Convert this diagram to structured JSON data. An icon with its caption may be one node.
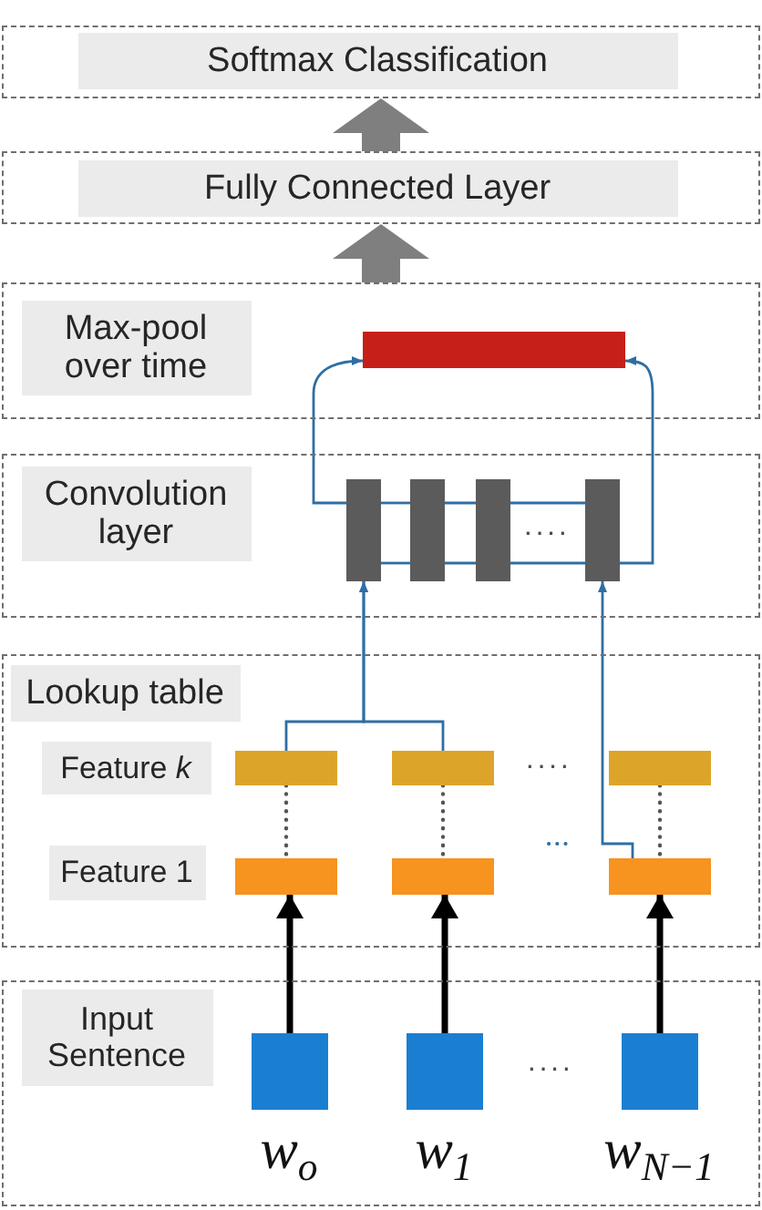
{
  "diagram": {
    "nodes": [
      {
        "text": [],
        "shape": "box"
      },
      {
        "text": [
          "Softmax Classification"
        ],
        "in": 0
      },
      {
        "text": [],
        "shape": "box"
      },
      {
        "text": [
          "Fully Connected Layer"
        ],
        "in": 2
      },
      {
        "text": [],
        "shape": "box"
      },
      {
        "text": [
          "Max-pool over time"
        ],
        "in": 4
      },
      {
        "text": [],
        "shape": "bar",
        "in": 4
      },
      {
        "text": [],
        "shape": "box"
      },
      {
        "text": [
          "Convolution layer"
        ],
        "in": 7
      },
      {
        "text": [],
        "shape": "bar",
        "in": 7
      },
      {
        "text": [],
        "shape": "bar",
        "in": 7
      },
      {
        "text": [],
        "shape": "bar",
        "in": 7
      },
      {
        "text": [],
        "shape": "bar",
        "in": 7
      },
      {
        "text": [],
        "shape": "box"
      },
      {
        "text": [
          "Lookup table"
        ],
        "in": 13
      },
      {
        "text": [
          "Feature *k*"
        ],
        "in": 13
      },
      {
        "text": [],
        "shape": "bar",
        "in": 13
      },
      {
        "text": [],
        "shape": "bar",
        "in": 13
      },
      {
        "text": [],
        "shape": "bar",
        "in": 13
      },
      {
        "text": [
          "Feature 1"
        ],
        "in": 13
      },
      {
        "text": [],
        "shape": "bar",
        "in": 13
      },
      {
        "text": [],
        "shape": "bar",
        "in": 13
      },
      {
        "text": [],
        "shape": "bar",
        "in": 13
      },
      {
        "text": [],
        "shape": "box"
      },
      {
        "text": [
          "Input Sentence"
        ],
        "in": 23
      },
      {
        "text": [],
        "shape": "box",
        "in": 23,
        "beside": [
          "w$_{o}$"
        ]
      },
      {
        "text": [],
        "shape": "box",
        "in": 23,
        "beside": [
          "w$_{1}$"
        ]
      },
      {
        "text": [],
        "shape": "box",
        "in": 23,
        "beside": [
          "w$_{N−1}$"
        ]
      }
    ],
    "edges": [
      {
        "from": 2,
        "to": 0,
        "arrow": "to",
        "style": "thick",
        "color": "#7f7f7f"
      },
      {
        "from": 4,
        "to": 2,
        "arrow": "to",
        "style": "thick",
        "color": "#7f7f7f"
      },
      {
        "from": 9,
        "to": 10,
        "arrow": "none"
      },
      {
        "from": 10,
        "to": 11,
        "arrow": "none"
      },
      {
        "from": 11,
        "to": 12,
        "arrow": "none"
      },
      {
        "from": 9,
        "to": 6,
        "arrow": "to"
      },
      {
        "from": 9,
        "to": 10,
        "arrow": "none"
      },
      {
        "from": 10,
        "to": 11,
        "arrow": "none"
      },
      {
        "from": 11,
        "to": 12,
        "arrow": "none"
      },
      {
        "from": 12,
        "to": 6,
        "arrow": "to"
      },
      {
        "from": 16,
        "to": 9,
        "arrow": "to"
      },
      {
        "from": 17,
        "to": 9,
        "arrow": "to"
      },
      {
        "from": 22,
        "to": 12,
        "arrow": "to"
      },
      {
        "from": 16,
        "to": 20,
        "arrow": "none",
        "style": "dashed",
        "color": "#555555"
      },
      {
        "from": 17,
        "to": 21,
        "arrow": "none",
        "style": "dashed",
        "color": "#555555"
      },
      {
        "from": 18,
        "to": 22,
        "arrow": "none",
        "style": "dashed",
        "color": "#555555"
      },
      {
        "from": 25,
        "to": 20,
        "arrow": "to",
        "style": "thick",
        "color": "#000000"
      },
      {
        "from": 26,
        "to": 21,
        "arrow": "to",
        "style": "thick",
        "color": "#000000"
      },
      {
        "from": 27,
        "to": 22,
        "arrow": "to",
        "style": "thick",
        "color": "#000000"
      }
    ],
    "labels": [
      "····",
      "····",
      "····"
    ]
  }
}
